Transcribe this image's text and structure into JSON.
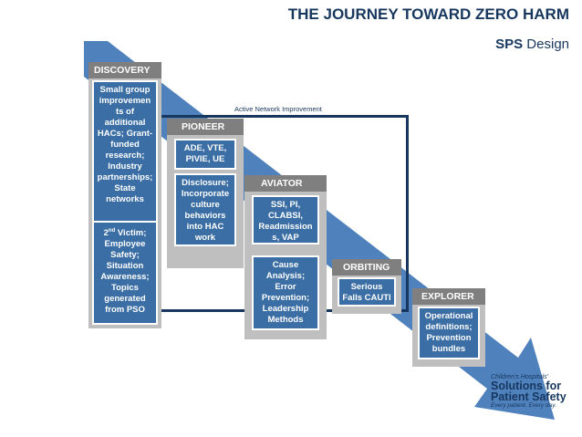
{
  "title": "THE JOURNEY TOWARD ZERO HARM",
  "subtitle": {
    "bold": "SPS",
    "rest": " Design"
  },
  "network_label": "Active Network Improvement",
  "stages": {
    "discovery": {
      "name": "DISCOVERY",
      "box1": "Small group improvemen ts of additional HACs; Grant-funded research; Industry partnerships; State networks",
      "box2_sup": "nd",
      "box2_num": "2",
      "box2": " Victim; Employee Safety; Situation Awareness; Topics generated from PSO"
    },
    "pioneer": {
      "name": "PIONEER",
      "box1": "ADE, VTE, PIVIE, UE",
      "box2": "Disclosure; Incorporate culture behaviors into HAC work"
    },
    "aviator": {
      "name": "AVIATOR",
      "box1": "SSI, PI, CLABSI, Readmission s, VAP",
      "box2": "Cause Analysis; Error Prevention; Leadership Methods"
    },
    "orbiting": {
      "name": "ORBITING",
      "box1": "Serious Falls CAUTI"
    },
    "explorer": {
      "name": "EXPLORER",
      "box1": "Operational definitions; Prevention bundles"
    }
  },
  "logo": {
    "line1": "Children's Hospitals'",
    "line2": "Solutions for",
    "line3": "Patient Safety",
    "line4": "Every patient. Every day."
  },
  "colors": {
    "arrow": "#4f81bd",
    "dark_blue": "#17375e",
    "box_blue": "#3a6ea5",
    "stage_grey": "#bfbfbf",
    "head_grey": "#7f7f7f"
  }
}
